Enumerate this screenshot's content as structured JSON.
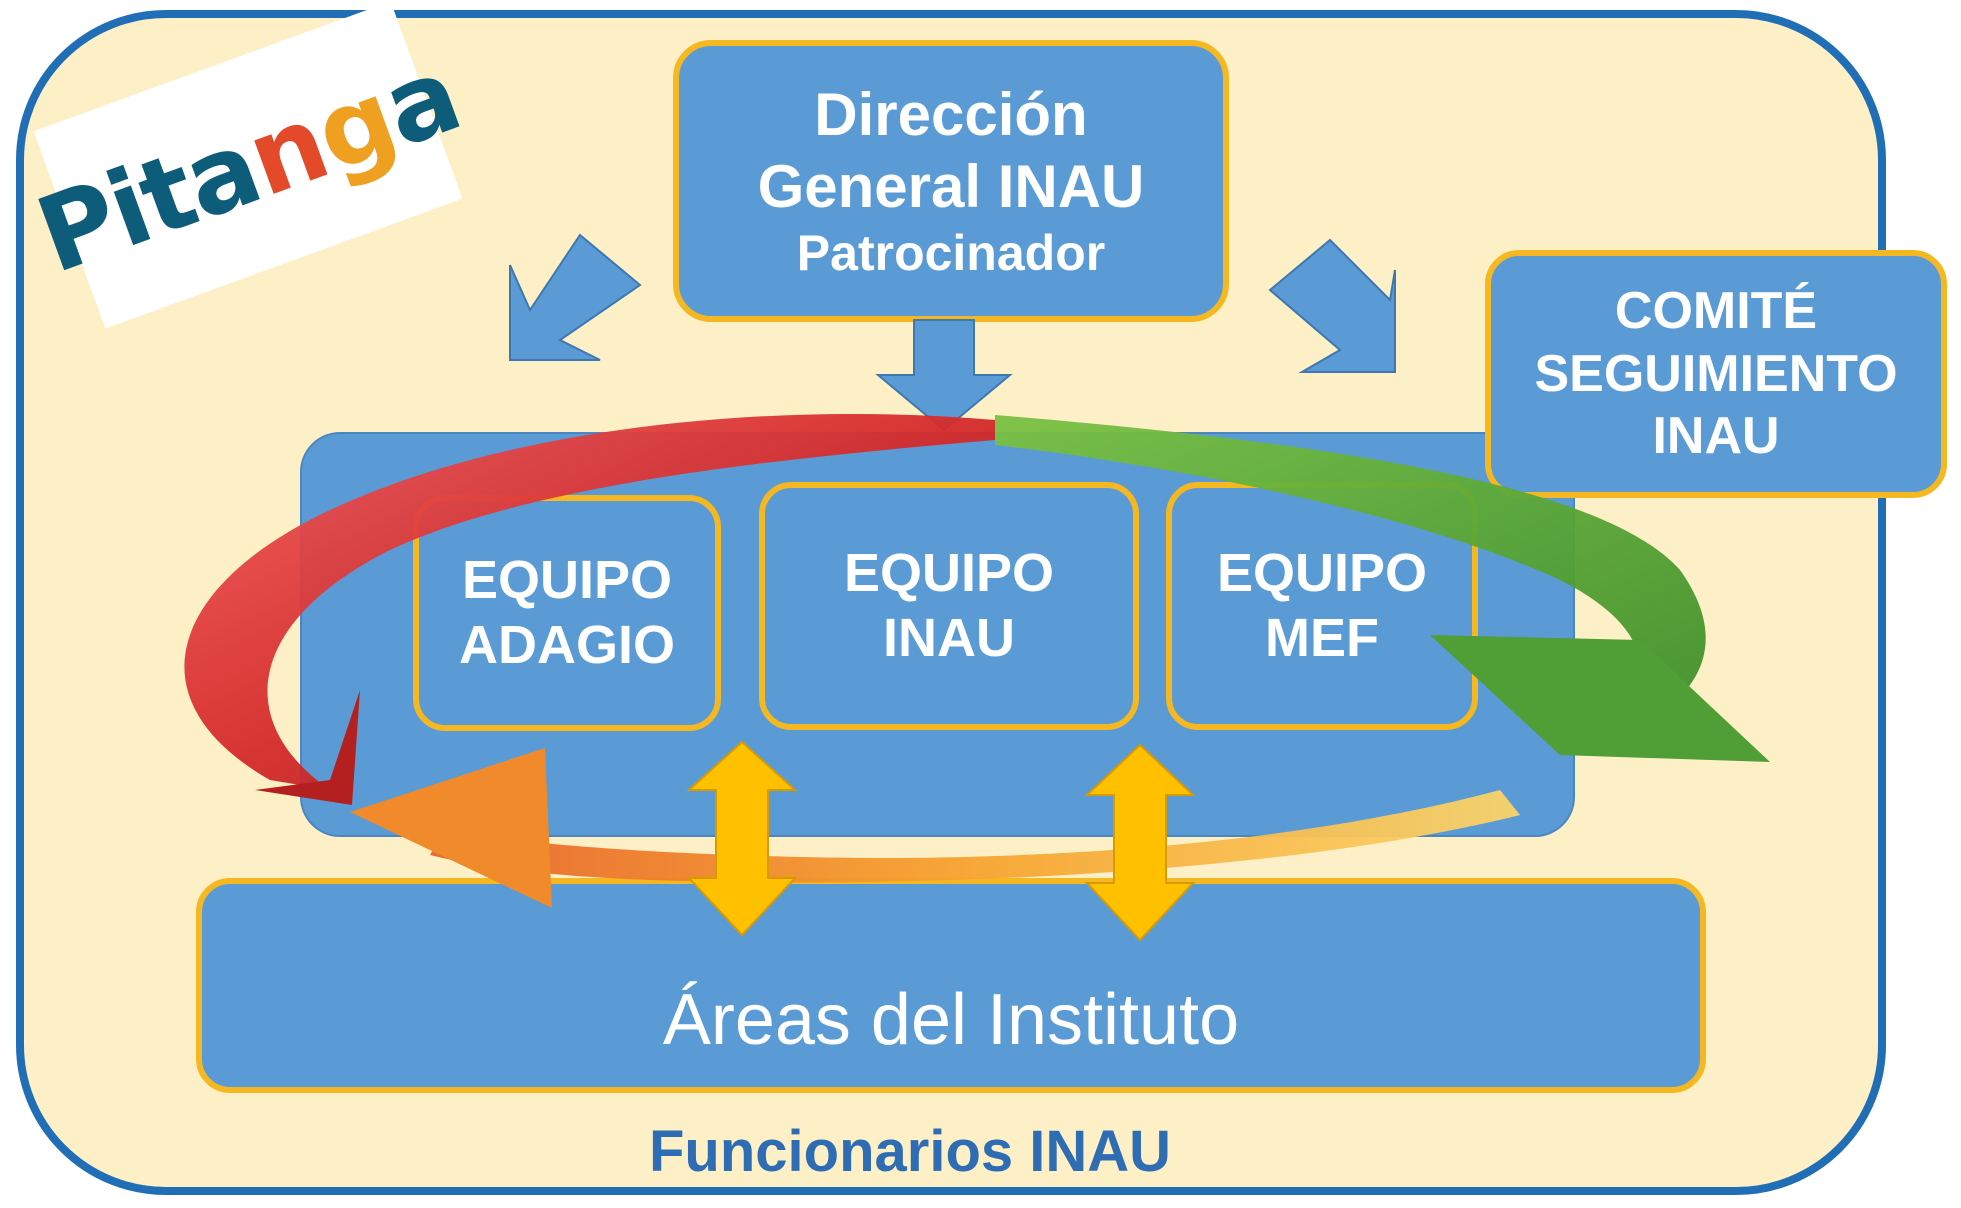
{
  "logo": {
    "text_part1": "Pita",
    "text_part2": "n",
    "text_part3": "g",
    "text_part4": "a"
  },
  "direccion": {
    "line1": "Dirección",
    "line2": "General INAU",
    "line3": "Patrocinador"
  },
  "comite": {
    "line1": "COMITÉ",
    "line2": "SEGUIMIENTO",
    "line3": "INAU"
  },
  "equipos": [
    {
      "line1": "EQUIPO",
      "line2": "ADAGIO"
    },
    {
      "line1": "EQUIPO",
      "line2": "INAU"
    },
    {
      "line1": "EQUIPO",
      "line2": "MEF"
    }
  ],
  "areas": {
    "label": "Áreas del Instituto"
  },
  "footer": {
    "label": "Funcionarios INAU"
  },
  "colors": {
    "frame_border": "#1f6eb6",
    "background": "#fdefc6",
    "box_fill": "#5b9bd5",
    "box_border": "#f6b820",
    "red_arrow": "#d42a2a",
    "green_arrow": "#5aa832",
    "orange_arrow": "#f28a2a",
    "double_arrow": "#ffc000",
    "footer_text": "#2e6db4"
  }
}
